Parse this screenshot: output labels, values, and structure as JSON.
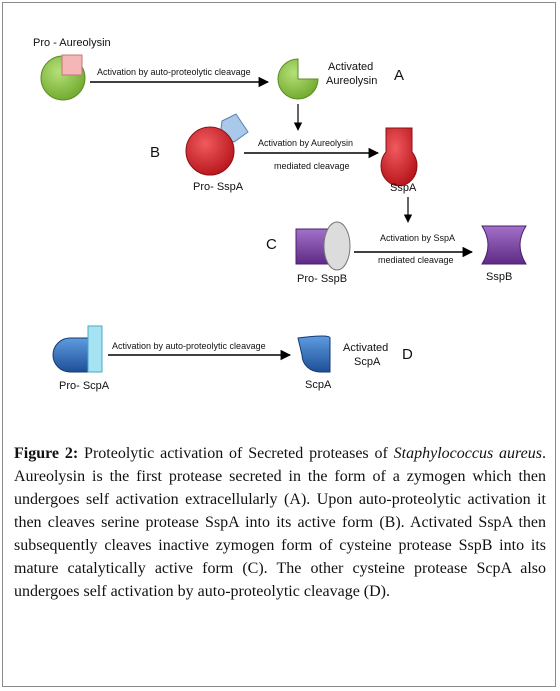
{
  "diagram": {
    "row_a": {
      "input_label": "Pro - Aureolysin",
      "arrow_label": "Activation by auto-proteolytic cleavage",
      "output_label_1": "Activated",
      "output_label_2": "Aureolysin",
      "letter": "A"
    },
    "row_b": {
      "letter": "B",
      "arrow_label_1": "Activation by Aureolysin",
      "arrow_label_2": "mediated cleavage",
      "input_label": "Pro- SspA",
      "output_label": "SspA"
    },
    "row_c": {
      "letter": "C",
      "arrow_label_1": "Activation by SspA",
      "arrow_label_2": "mediated cleavage",
      "input_label": "Pro- SspB",
      "output_label": "SspB"
    },
    "row_d": {
      "arrow_label": "Activation by auto-proteolytic cleavage",
      "output_label_1": "Activated",
      "output_label_2": "ScpA",
      "letter": "D",
      "input_label": "Pro- ScpA",
      "output_label": "ScpA"
    },
    "colors": {
      "aureolysin": "#8dc63f",
      "propeptide_a": "#f4b6b6",
      "sspa": "#e0262b",
      "propeptide_b": "#a9c8ea",
      "sspb": "#7a3fa0",
      "propeptide_c": "#d9d9d9",
      "scpa": "#2d6fc0",
      "propeptide_d": "#a6e3f2"
    }
  },
  "caption": {
    "figure_label": "Figure 2:",
    "text_1": " Proteolytic activation of Secreted proteases of ",
    "species": "Staphylococcus aureus",
    "text_2": ". Aureolysin is the first protease secreted in the form of a zymogen which then undergoes self activation extracellularly (A). Upon auto-proteolytic activation it then cleaves serine protease SspA into its active form (B). Activated SspA then subsequently cleaves inactive zymogen form of cysteine protease SspB into its mature catalytically active form (C). The other cysteine protease ScpA also undergoes self activation by auto-proteolytic cleavage (D)."
  }
}
